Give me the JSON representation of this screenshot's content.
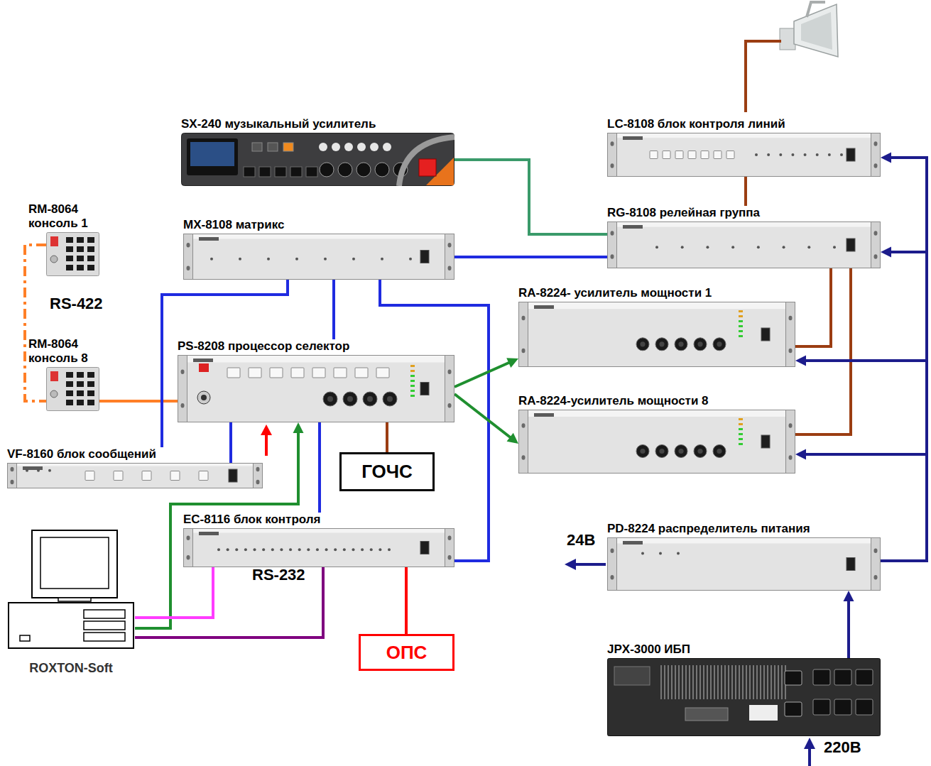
{
  "diagram": {
    "nodes": [
      {
        "text": [
          "SX-240 музыкальный усилитель"
        ]
      },
      {
        "text": [
          "LC-8108 блок контроля линий"
        ]
      },
      {
        "text": [
          "RM-8064 консоль 1"
        ]
      },
      {
        "text": [
          "MX-8108 матрикс"
        ]
      },
      {
        "text": [
          "RG-8108 релейная группа"
        ]
      },
      {
        "text": [
          "RA-8224- усилитель мощности 1"
        ]
      },
      {
        "text": [
          "RM-8064 консоль 8"
        ]
      },
      {
        "text": [
          "PS-8208 процессор селектор"
        ]
      },
      {
        "text": [
          "RA-8224-усилитель мощности 8"
        ]
      },
      {
        "text": [
          "VF-8160 блок сообщений"
        ]
      },
      {
        "text": [
          "ГОЧС"
        ]
      },
      {
        "text": [
          "EC-8116 блок контроля"
        ]
      },
      {
        "text": [
          "PD-8224 распределитель питания"
        ]
      },
      {
        "text": [
          "ROXTON-Soft"
        ]
      },
      {
        "text": [
          "ОПС"
        ]
      },
      {
        "text": [
          "JPX-3000 ИБП"
        ]
      }
    ],
    "edges": [
      {
        "from": 0,
        "to": 4,
        "arrow": "none"
      },
      {
        "from": 1,
        "to": 4,
        "arrow": "none"
      },
      {
        "from": 2,
        "to": 6,
        "arrow": "none"
      },
      {
        "from": 6,
        "to": 7,
        "arrow": "none"
      },
      {
        "from": 3,
        "to": 4,
        "arrow": "none"
      },
      {
        "from": 3,
        "to": 9,
        "arrow": "none"
      },
      {
        "from": 3,
        "to": 7,
        "arrow": "none"
      },
      {
        "from": 3,
        "to": 11,
        "arrow": "none"
      },
      {
        "from": 9,
        "to": 7,
        "arrow": "none"
      },
      {
        "from": 7,
        "to": 11,
        "arrow": "none"
      },
      {
        "from": 13,
        "to": 7,
        "arrow": "to"
      },
      {
        "from": 13,
        "to": 11,
        "arrow": "none"
      },
      {
        "from": 13,
        "to": 11,
        "arrow": "none"
      },
      {
        "from": 11,
        "to": 14,
        "arrow": "none"
      },
      {
        "from": 7,
        "to": 10,
        "arrow": "none"
      },
      {
        "from": 7,
        "to": 5,
        "arrow": "to"
      },
      {
        "from": 7,
        "to": 8,
        "arrow": "to"
      },
      {
        "from": 4,
        "to": 5,
        "arrow": "none"
      },
      {
        "from": 4,
        "to": 8,
        "arrow": "none"
      },
      {
        "from": 12,
        "to": 1,
        "arrow": "to"
      },
      {
        "from": 12,
        "to": 4,
        "arrow": "to"
      },
      {
        "from": 12,
        "to": 5,
        "arrow": "to"
      },
      {
        "from": 12,
        "to": 8,
        "arrow": "to"
      },
      {
        "from": 15,
        "to": 12,
        "arrow": "to"
      }
    ],
    "labels": [
      "RS-422",
      "24В",
      "RS-232",
      "220В"
    ]
  }
}
